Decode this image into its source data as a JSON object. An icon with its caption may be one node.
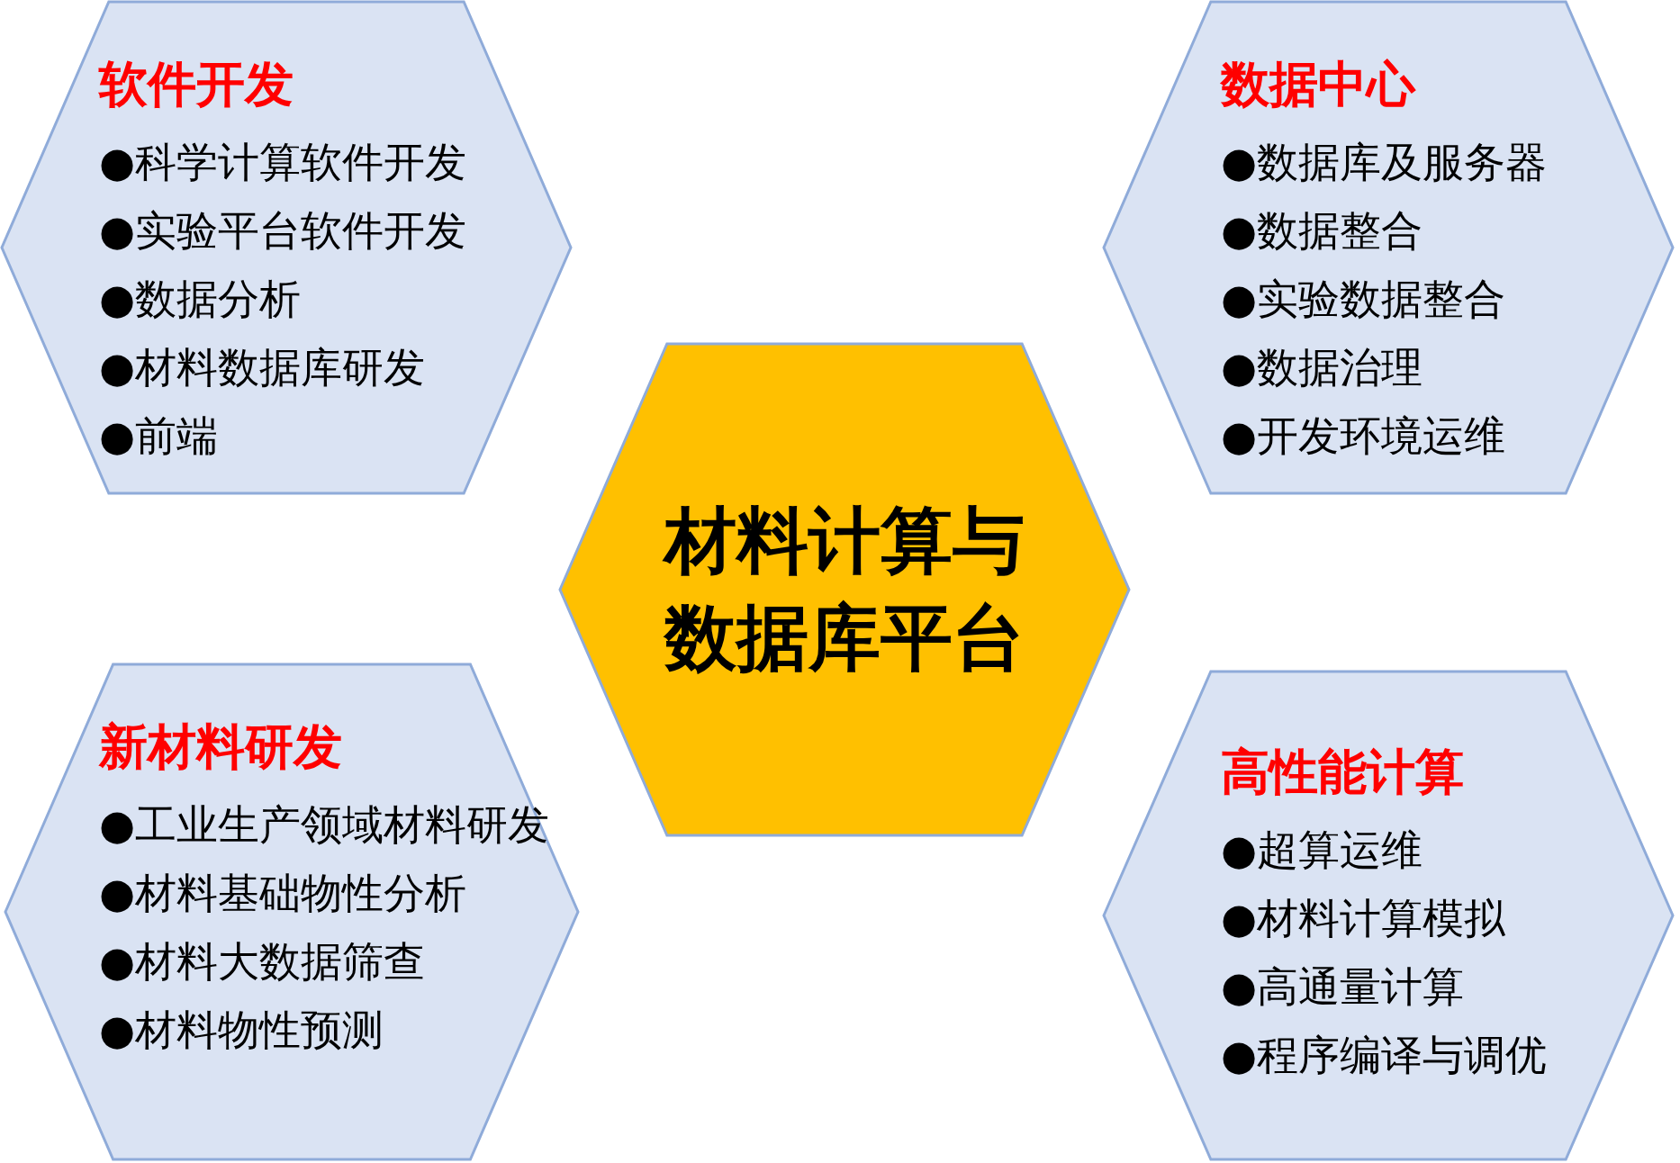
{
  "diagram": {
    "nodes": [
      {
        "text": [
          "软件开发",
          "●科学计算软件开发",
          "●实验平台软件开发",
          "●数据分析",
          "●材料数据库研发",
          "●前端"
        ]
      },
      {
        "text": [
          "数据中心",
          "●数据库及服务器",
          "●数据整合",
          "●实验数据整合",
          "●数据治理",
          "●开发环境运维"
        ]
      },
      {
        "text": [
          "材料计算与数据库平台"
        ]
      },
      {
        "text": [
          "新材料研发",
          "●工业生产领域材料研发",
          "●材料基础物性分析",
          "●材料大数据筛查",
          "●材料物性预测"
        ]
      },
      {
        "text": [
          "高性能计算",
          "●超算运维",
          "●材料计算模拟",
          "●高通量计算",
          "●程序编译与调优"
        ]
      }
    ]
  }
}
